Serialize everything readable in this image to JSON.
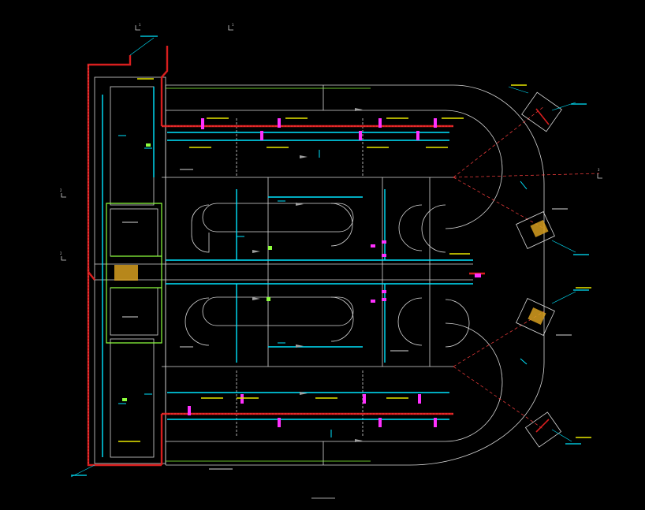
{
  "colors": {
    "background": "#000000",
    "outline": "#d8d8d8",
    "pipe_red": "#d81e1e",
    "pipe_cyan": "#00e5ff",
    "dim_green": "#8cff3c",
    "note_yellow": "#e8e800",
    "valve_magenta": "#ff30ff",
    "dashed_red": "#ff4040"
  },
  "drawing_title": "",
  "section_marks": [
    "1",
    "1",
    "2",
    "2",
    "3"
  ],
  "icons": [
    "grid-hatch-icon",
    "valve-icon",
    "arrow-icon",
    "section-marker-icon"
  ]
}
